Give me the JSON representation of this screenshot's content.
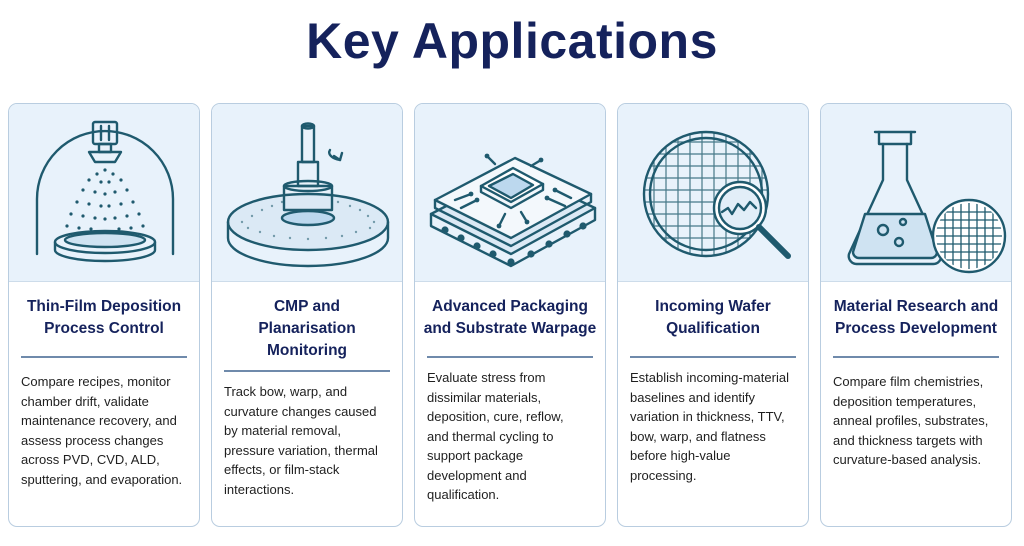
{
  "title": "Key Applications",
  "colors": {
    "title": "#15225c",
    "accent": "#1f5a6e",
    "panel": "#e8f2fb",
    "border": "#b9cde0"
  },
  "cards": [
    {
      "icon": "deposition-chamber-icon",
      "heading": [
        "Thin-Film Deposition",
        "Process Control"
      ],
      "body": [
        "Compare recipes, monitor",
        "chamber drift, validate",
        "maintenance recovery, and",
        "assess process changes",
        "across PVD, CVD, ALD,",
        "sputtering, and evaporation."
      ]
    },
    {
      "icon": "cmp-polisher-icon",
      "heading": [
        "CMP and",
        "Planarisation",
        "Monitoring"
      ],
      "body": [
        "Track bow, warp, and",
        "curvature changes caused",
        "by material removal,",
        "pressure variation, thermal",
        "effects, or film-stack",
        "interactions."
      ]
    },
    {
      "icon": "chip-package-icon",
      "heading": [
        "Advanced Packaging",
        "and Substrate Warpage"
      ],
      "body": [
        "Evaluate stress from",
        "dissimilar materials,",
        "deposition, cure, reflow,",
        "and thermal cycling to",
        "support package",
        "development and",
        "qualification."
      ]
    },
    {
      "icon": "wafer-magnifier-icon",
      "heading": [
        "Incoming Wafer",
        "Qualification"
      ],
      "body": [
        "Establish incoming-material",
        "baselines and identify",
        "variation in thickness, TTV,",
        "bow, warp, and flatness",
        "before high-value",
        "processing."
      ]
    },
    {
      "icon": "flask-wafer-icon",
      "heading": [
        "Material Research and",
        "Process Development"
      ],
      "body": [
        "Compare film chemistries,",
        "deposition temperatures,",
        "anneal profiles, substrates,",
        "and thickness targets with",
        "curvature-based analysis."
      ]
    }
  ]
}
